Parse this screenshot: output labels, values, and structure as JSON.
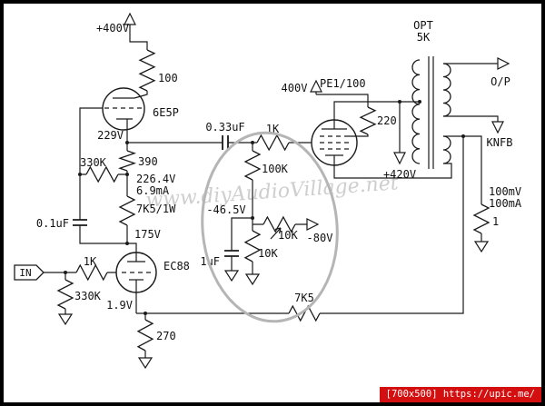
{
  "image": {
    "watermark": "www.diyAudioVillage.net",
    "badge": "[700x500] https://upic.me/"
  },
  "labels": {
    "b_plus_top": "+400V",
    "r_plate_stopper": "100",
    "v1": "6E5P",
    "v1_cathode": "229V",
    "c_coupling": "0.33uF",
    "r_grid_stopper_out": "1K",
    "r_grid_v1": "330K",
    "r_cathode_upper": "390",
    "v_node": "226.4V",
    "i_node": "6.9mA",
    "r_cathode_lower": "7K5/1W",
    "c_grid_v1": "0.1uF",
    "v2_plate": "175V",
    "input": "IN",
    "r_grid_stopper_in": "1K",
    "v2": "EC88",
    "r_grid_v2": "330K",
    "v2_cathode": "1.9V",
    "r_cathode_v2": "270",
    "c_bias": "1uF",
    "r_bias": "100K",
    "v_bias": "-46.5V",
    "pot_bias": "10K",
    "r_bias2": "10K",
    "v_neg_supply": "-80V",
    "r_nfb": "7K5",
    "v3": "PE1/100",
    "v_screen": "400V",
    "r_screen": "220",
    "b_plus_out": "+420V",
    "opt_title": "OPT",
    "opt_impedance": "5K",
    "output": "O/P",
    "knfb": "KNFB",
    "sense_mv": "100mV",
    "sense_ma": "100mA",
    "r_sense": "1"
  }
}
